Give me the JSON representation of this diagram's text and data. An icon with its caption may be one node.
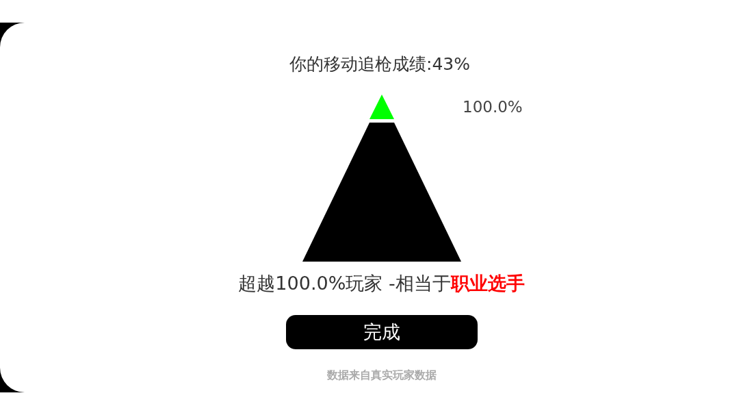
{
  "diagram": {
    "title": "你的移动追枪成绩:43%",
    "labels": [
      "100.0%",
      "超越100.0%玩家 -相当于**职业选手**",
      "完成"
    ],
    "caption": "数据来自真实玩家数据"
  }
}
